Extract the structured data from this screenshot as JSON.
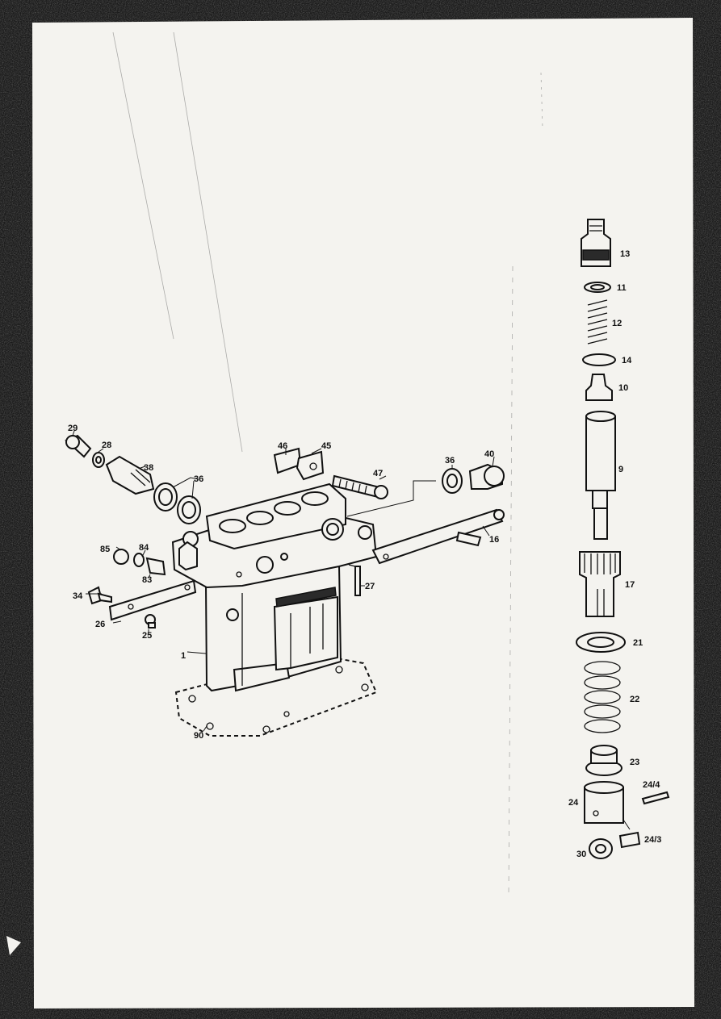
{
  "callouts": {
    "c1": "1",
    "c9": "9",
    "c10": "10",
    "c11": "11",
    "c12": "12",
    "c13": "13",
    "c14": "14",
    "c16": "16",
    "c17": "17",
    "c21": "21",
    "c22": "22",
    "c23": "23",
    "c24": "24",
    "c24_3": "24/3",
    "c24_4": "24/4",
    "c25": "25",
    "c26": "26",
    "c27": "27",
    "c28": "28",
    "c29": "29",
    "c30": "30",
    "c34": "34",
    "c36a": "36",
    "c36b": "36",
    "c38": "38",
    "c40": "40",
    "c45": "45",
    "c46": "46",
    "c47": "47",
    "c83": "83",
    "c84": "84",
    "c85": "85",
    "c90": "90"
  },
  "colors": {
    "frame": "#1a1a1a",
    "paper": "#f4f3ef",
    "ink": "#111111"
  }
}
